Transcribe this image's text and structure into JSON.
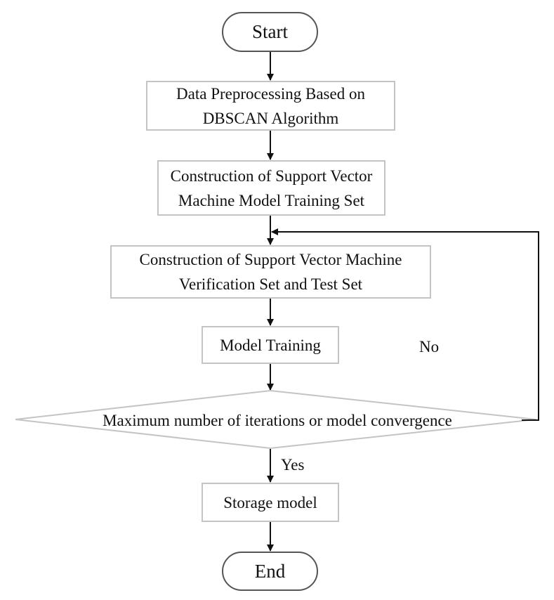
{
  "nodes": {
    "start": "Start",
    "preprocess": [
      "Data Preprocessing Based on",
      "DBSCAN Algorithm"
    ],
    "training_set": [
      "Construction of Support Vector",
      "Machine Model Training Set"
    ],
    "verification_set": [
      "Construction of Support Vector Machine",
      "Verification Set and Test Set"
    ],
    "model_training": "Model Training",
    "decision": "Maximum number of iterations or model convergence",
    "storage": "Storage model",
    "end": "End"
  },
  "edge_labels": {
    "no": "No",
    "yes": "Yes"
  }
}
